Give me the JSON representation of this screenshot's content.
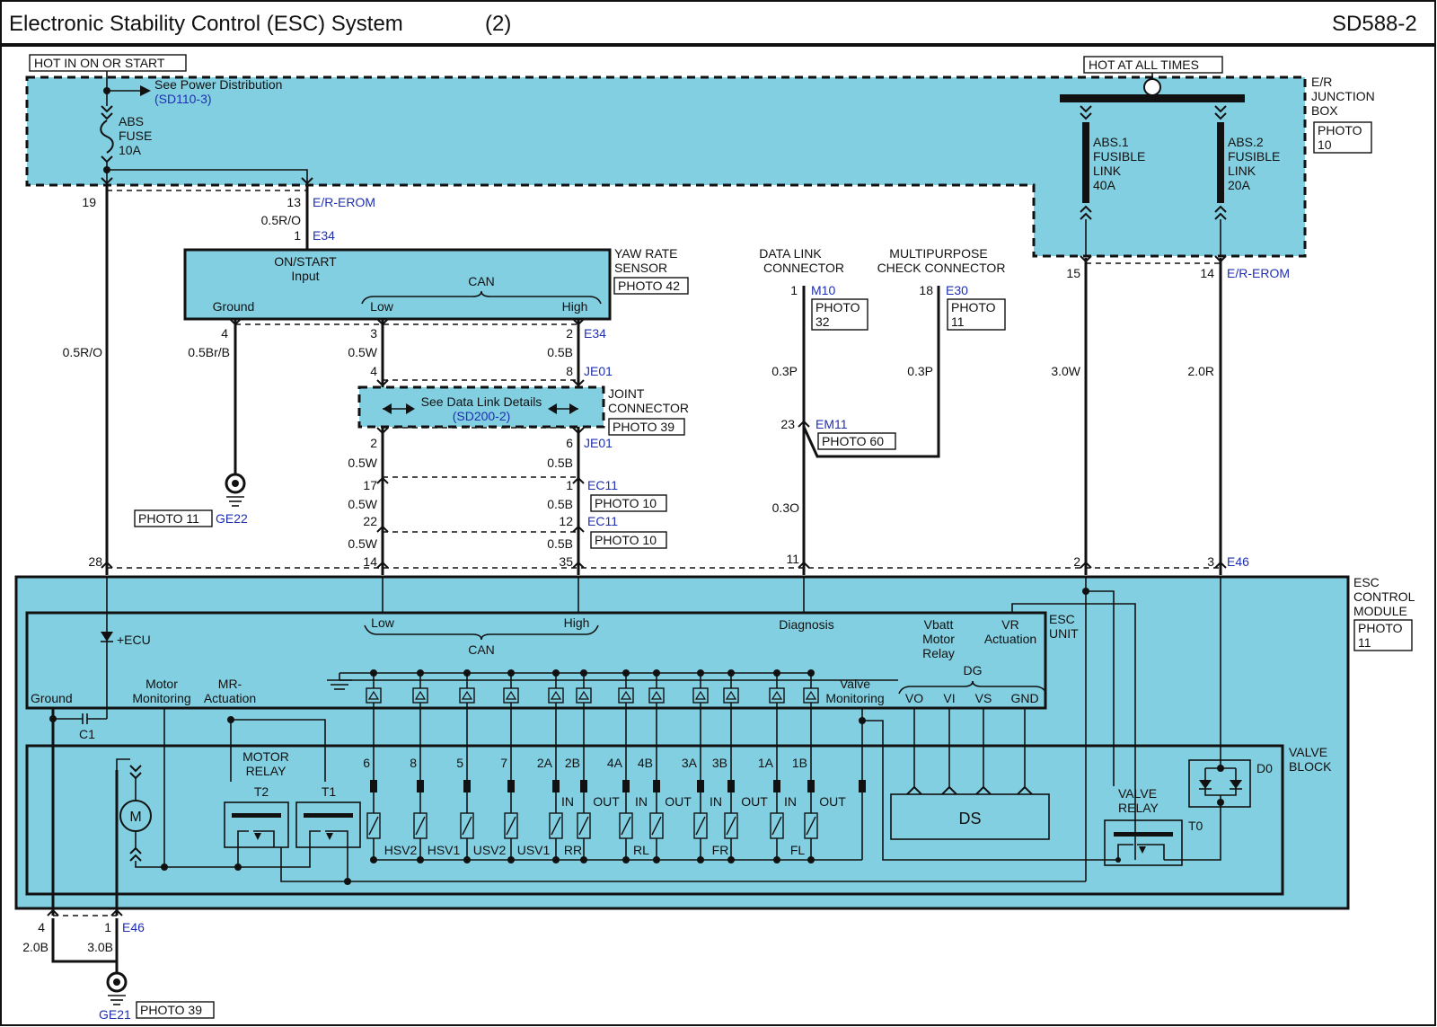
{
  "header": {
    "title": "Electronic Stability Control (ESC) System",
    "page_num": "(2)",
    "code": "SD588-2"
  },
  "power": {
    "hot_on_start": "HOT IN ON OR START",
    "hot_all_times": "HOT AT ALL TIMES",
    "see_power_1": "See Power Distribution",
    "see_power_2": "(SD110-3)",
    "abs_fuse": [
      "ABS",
      "FUSE",
      "10A"
    ],
    "abs1": [
      "ABS.1",
      "FUSIBLE",
      "LINK",
      "40A"
    ],
    "abs2": [
      "ABS.2",
      "FUSIBLE",
      "LINK",
      "20A"
    ],
    "junction": [
      "E/R",
      "JUNCTION",
      "BOX"
    ],
    "junction_photo": [
      "PHOTO",
      "10"
    ]
  },
  "connectors": {
    "e_r_erom": "E/R-EROM",
    "e34": "E34",
    "je01": "JE01",
    "ec11": "EC11",
    "m10": "M10",
    "e30": "E30",
    "em11": "EM11",
    "e46": "E46",
    "ge22": "GE22",
    "ge21": "GE21"
  },
  "pins": {
    "p19": "19",
    "p13": "13",
    "p1": "1",
    "p4": "4",
    "p3": "3",
    "p2": "2",
    "p8": "8",
    "p6": "6",
    "p17": "17",
    "p22": "22",
    "p12": "12",
    "p28": "28",
    "p14": "14",
    "p35": "35",
    "p11": "11",
    "p23": "23",
    "p18": "18",
    "p15": "15",
    "p3b": "3",
    "p4b": "4",
    "p1b": "1"
  },
  "wires": {
    "w_05ro": "0.5R/O",
    "w_05brb": "0.5Br/B",
    "w_05w": "0.5W",
    "w_05b": "0.5B",
    "w_03p": "0.3P",
    "w_03o": "0.3O",
    "w_30w": "3.0W",
    "w_20r": "2.0R",
    "w_20b": "2.0B",
    "w_30b": "3.0B"
  },
  "yaw": {
    "name": [
      "YAW RATE",
      "SENSOR"
    ],
    "photo": "PHOTO 42",
    "on_start": "ON/START",
    "input": "Input",
    "ground": "Ground",
    "can": "CAN",
    "low": "Low",
    "high": "High"
  },
  "joint": {
    "name": [
      "JOINT",
      "CONNECTOR"
    ],
    "photo": "PHOTO 39",
    "see": "See Data Link Details",
    "ref": "(SD200-2)"
  },
  "data_link": {
    "name": [
      "DATA LINK",
      "CONNECTOR"
    ],
    "photo": [
      "PHOTO",
      "32"
    ]
  },
  "multi": {
    "name": [
      "MULTIPURPOSE",
      "CHECK CONNECTOR"
    ],
    "photo": [
      "PHOTO",
      "11"
    ]
  },
  "photos": {
    "p11": "PHOTO 11",
    "p10": "PHOTO 10",
    "p60": "PHOTO 60",
    "p39": "PHOTO 39"
  },
  "esc": {
    "module": [
      "ESC",
      "CONTROL",
      "MODULE"
    ],
    "photo": [
      "PHOTO",
      "11"
    ],
    "unit": [
      "ESC",
      "UNIT"
    ],
    "ecu": "+ECU",
    "ground": "Ground",
    "c1": "C1",
    "motor_mon": [
      "Motor",
      "Monitoring"
    ],
    "mr_act": [
      "MR-",
      "Actuation"
    ],
    "low": "Low",
    "high": "High",
    "can": "CAN",
    "diagnosis": "Diagnosis",
    "vbatt": [
      "Vbatt",
      "Motor",
      "Relay"
    ],
    "vr": [
      "VR",
      "Actuation"
    ],
    "valve_mon": [
      "Valve",
      "Monitoring"
    ],
    "dg": "DG",
    "dg_pins": [
      "VO",
      "VI",
      "VS",
      "GND"
    ]
  },
  "valve_block": {
    "name": [
      "VALVE",
      "BLOCK"
    ],
    "motor_relay": [
      "MOTOR",
      "RELAY"
    ],
    "t2": "T2",
    "t1": "T1",
    "m": "M",
    "valve_nums": [
      "6",
      "8",
      "5",
      "7",
      "2A",
      "2B",
      "4A",
      "4B",
      "3A",
      "3B",
      "1A",
      "1B"
    ],
    "in": "IN",
    "out": "OUT",
    "valve_names": [
      "HSV2",
      "HSV1",
      "USV2",
      "USV1",
      "RR",
      "RL",
      "FR",
      "FL"
    ],
    "ds": "DS",
    "valve_relay": [
      "VALVE",
      "RELAY"
    ],
    "t0": "T0",
    "d0": "D0"
  }
}
